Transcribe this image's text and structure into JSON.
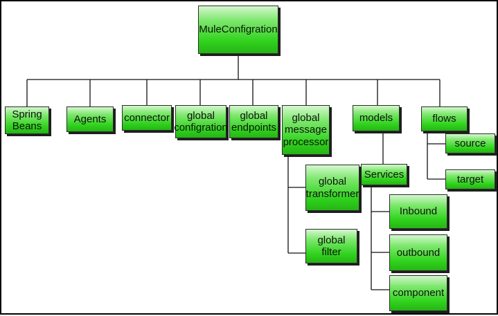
{
  "diagram": {
    "root": "MuleConfigration",
    "nodes": {
      "spring_beans": "Spring\nBeans",
      "agents": "Agents",
      "connector": "connector",
      "global_configuration": "global\nconfigration",
      "global_endpoints": "global\nendpoints",
      "global_message_processor": "global\nmessage\nprocessor",
      "models": "models",
      "flows": "flows",
      "source": "source",
      "target": "target",
      "services": "Services",
      "global_transformer": "global\ntransformer",
      "global_filter": "global\nfilter",
      "inbound": "Inbound",
      "outbound": "outbound",
      "component": "component"
    },
    "edges": [
      [
        "root",
        "spring_beans"
      ],
      [
        "root",
        "agents"
      ],
      [
        "root",
        "connector"
      ],
      [
        "root",
        "global_configuration"
      ],
      [
        "root",
        "global_endpoints"
      ],
      [
        "root",
        "global_message_processor"
      ],
      [
        "root",
        "models"
      ],
      [
        "root",
        "flows"
      ],
      [
        "flows",
        "source"
      ],
      [
        "flows",
        "target"
      ],
      [
        "models",
        "services"
      ],
      [
        "global_message_processor",
        "global_transformer"
      ],
      [
        "global_message_processor",
        "global_filter"
      ],
      [
        "services",
        "inbound"
      ],
      [
        "services",
        "outbound"
      ],
      [
        "services",
        "component"
      ]
    ]
  }
}
